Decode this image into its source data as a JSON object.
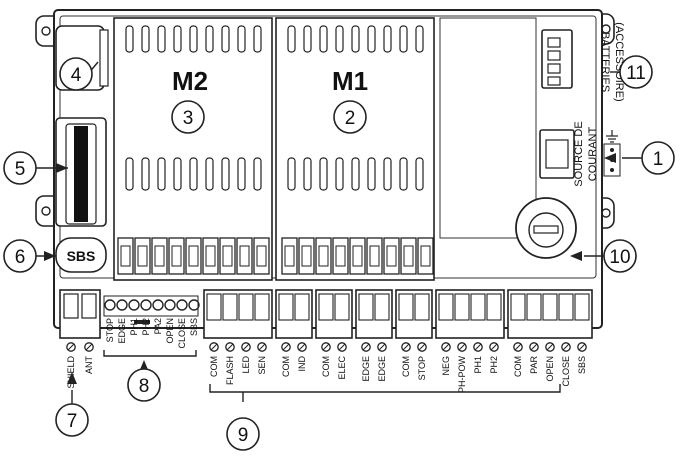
{
  "modules": {
    "m2": "M2",
    "m1": "M1"
  },
  "callouts": [
    "1",
    "2",
    "3",
    "4",
    "5",
    "6",
    "7",
    "8",
    "9",
    "10",
    "11"
  ],
  "sbs_button": "SBS",
  "batteries": {
    "line1": "BATTERIES",
    "line2": "(ACCESSOIRE)"
  },
  "power_source": {
    "line1": "SOURCE DE",
    "line2": "COURANT"
  },
  "antenna_terminals": [
    "SHIELD",
    "ANT"
  ],
  "led_labels": [
    "STOP",
    "EDGE",
    "PH1",
    "PH2",
    "PA2",
    "OPEN",
    "CLOSE",
    "SBS"
  ],
  "terminal_labels": [
    "COM",
    "FLASH",
    "LED",
    "SEN",
    "COM",
    "IND",
    "COM",
    "ELEC",
    "EDGE",
    "EDGE",
    "COM",
    "STOP",
    "NEG",
    "PH-POW",
    "PH1",
    "PH2",
    "COM",
    "PAR",
    "OPEN",
    "CLOSE",
    "SBS"
  ]
}
